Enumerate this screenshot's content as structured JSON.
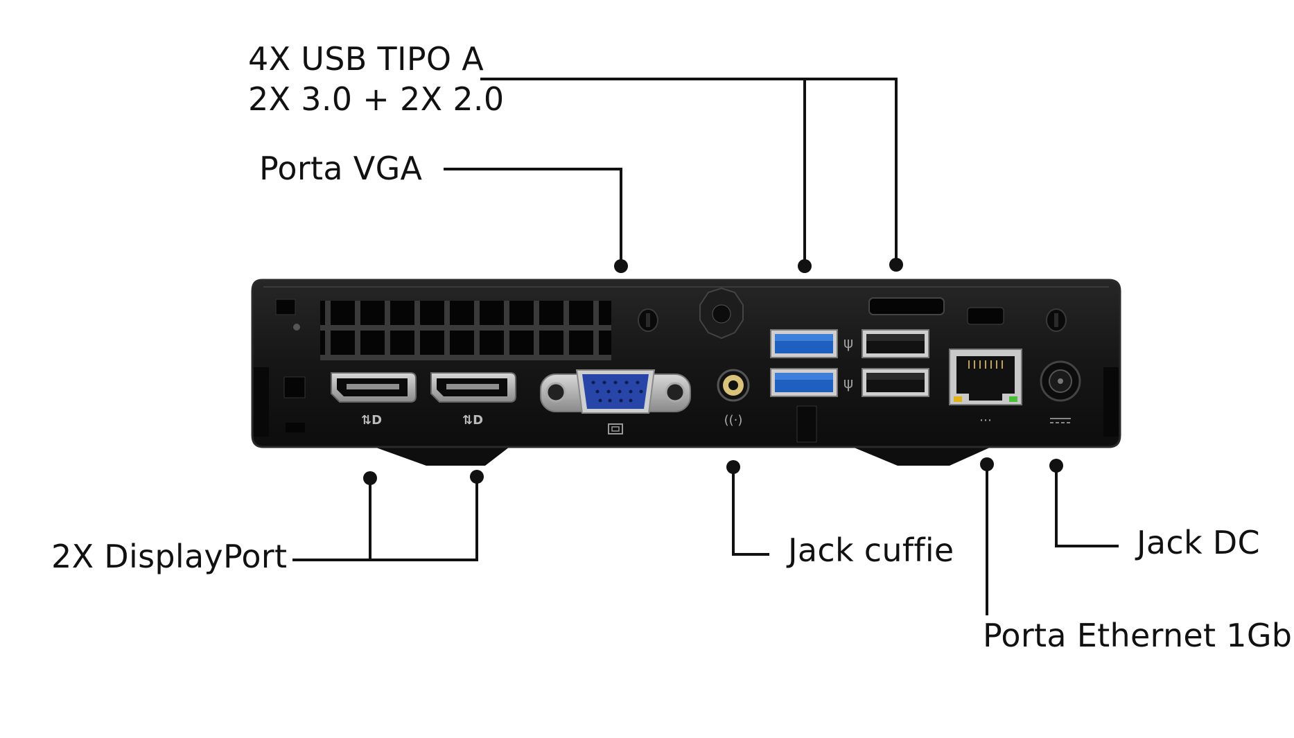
{
  "labels": {
    "usb_line1": "4X USB TIPO A",
    "usb_line2": "2X 3.0 + 2X 2.0",
    "vga": "Porta VGA",
    "displayport": "2X DisplayPort",
    "headphone": "Jack cuffie",
    "dc": "Jack DC",
    "ethernet": "Porta Ethernet 1Gb"
  },
  "colors": {
    "chassis": "#141414",
    "chassis_edge": "#2a2a2a",
    "usb3_blue": "#1f5fbf",
    "vga_blue": "#2846a8",
    "callout_line": "#111111",
    "led_yellow": "#e0b21c",
    "led_green": "#4bbf3a"
  }
}
